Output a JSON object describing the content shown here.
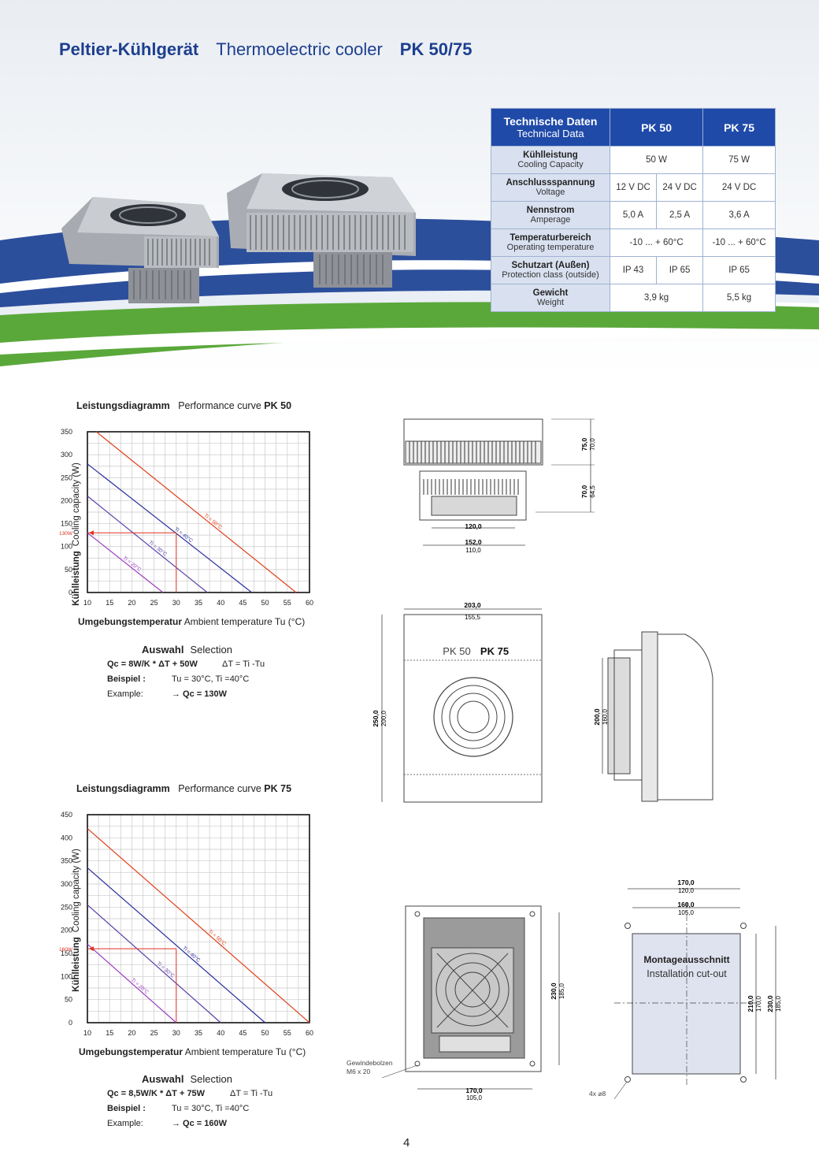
{
  "header": {
    "title_de": "Peltier-Kühlgerät",
    "title_en": "Thermoelectric cooler",
    "model": "PK 50/75"
  },
  "tech_table": {
    "head_de": "Technische Daten",
    "head_en": "Technical Data",
    "col1": "PK 50",
    "col2": "PK 75",
    "rows": [
      {
        "de": "Kühlleistung",
        "en": "Cooling Capacity",
        "pk50": "50 W",
        "pk75": "75 W"
      },
      {
        "de": "Anschlussspannung",
        "en": "Voltage",
        "pk50a": "12 V DC",
        "pk50b": "24 V DC",
        "pk75": "24 V DC"
      },
      {
        "de": "Nennstrom",
        "en": "Amperage",
        "pk50a": "5,0 A",
        "pk50b": "2,5 A",
        "pk75": "3,6 A"
      },
      {
        "de": "Temperaturbereich",
        "en": "Operating temperature",
        "pk50": "-10 ... + 60°C",
        "pk75": "-10 ... + 60°C"
      },
      {
        "de": "Schutzart (Außen)",
        "en": "Protection class (outside)",
        "pk50a": "IP 43",
        "pk50b": "IP 65",
        "pk75": "IP 65"
      },
      {
        "de": "Gewicht",
        "en": "Weight",
        "pk50": "3,9 kg",
        "pk75": "5,5 kg"
      }
    ]
  },
  "chart_data": [
    {
      "type": "line",
      "title_de": "Leistungsdiagramm",
      "title_en": "Performance curve",
      "model": "PK 50",
      "ylabel_de": "Kühlleistung",
      "ylabel_en": "Cooling capacity (W)",
      "xlabel_de": "Umgebungstemperatur",
      "xlabel_en": "Ambient temperature Tu (°C)",
      "xlim": [
        10,
        60
      ],
      "ylim": [
        0,
        350
      ],
      "xticks": [
        10,
        15,
        20,
        25,
        30,
        35,
        40,
        45,
        50,
        55,
        60
      ],
      "yticks": [
        0,
        50,
        100,
        150,
        200,
        250,
        300,
        350
      ],
      "grid": true,
      "series": [
        {
          "name": "Ti = 50°C",
          "color": "#e0401c",
          "x": [
            12,
            57
          ],
          "y": [
            350,
            0
          ]
        },
        {
          "name": "Ti = 40°C",
          "color": "#2b2f9e",
          "x": [
            10,
            47
          ],
          "y": [
            280,
            0
          ]
        },
        {
          "name": "Ti = 30°C",
          "color": "#5b3fa8",
          "x": [
            10,
            37
          ],
          "y": [
            210,
            0
          ]
        },
        {
          "name": "Ti = 20°C",
          "color": "#9b3fbf",
          "x": [
            10,
            27
          ],
          "y": [
            130,
            0
          ]
        }
      ],
      "example": {
        "x": 30,
        "y": 130,
        "label": "130W",
        "color": "#e03020"
      },
      "selection": {
        "h_de": "Auswahl",
        "h_en": "Selection",
        "formula": "Qc = 8W/K * ΔT + 50W",
        "delta": "ΔT = Ti -Tu",
        "bsp_label": "Beispiel :",
        "bsp": "Tu = 30°C, Ti =40°C",
        "ex_label": "Example:",
        "ex": "→ Qc = 130W"
      }
    },
    {
      "type": "line",
      "title_de": "Leistungsdiagramm",
      "title_en": "Performance curve",
      "model": "PK 75",
      "ylabel_de": "Kühlleistung",
      "ylabel_en": "Cooling capacity (W)",
      "xlabel_de": "Umgebungstemperatur",
      "xlabel_en": "Ambient temperature Tu (°C)",
      "xlim": [
        10,
        60
      ],
      "ylim": [
        0,
        450
      ],
      "xticks": [
        10,
        15,
        20,
        25,
        30,
        35,
        40,
        45,
        50,
        55,
        60
      ],
      "yticks": [
        0,
        50,
        100,
        150,
        200,
        250,
        300,
        350,
        400,
        450
      ],
      "grid": true,
      "series": [
        {
          "name": "Ti = 50°C",
          "color": "#e0401c",
          "x": [
            10,
            60
          ],
          "y": [
            420,
            0
          ]
        },
        {
          "name": "Ti = 40°C",
          "color": "#2b2f9e",
          "x": [
            10,
            50
          ],
          "y": [
            335,
            0
          ]
        },
        {
          "name": "Ti = 30°C",
          "color": "#5b3fa8",
          "x": [
            10,
            40
          ],
          "y": [
            255,
            0
          ]
        },
        {
          "name": "Ti = 20°C",
          "color": "#9b3fbf",
          "x": [
            10,
            30
          ],
          "y": [
            170,
            0
          ]
        }
      ],
      "example": {
        "x": 30,
        "y": 160,
        "label": "160W",
        "color": "#e03020"
      },
      "selection": {
        "h_de": "Auswahl",
        "h_en": "Selection",
        "formula": "Qc = 8,5W/K * ΔT + 75W",
        "delta": "ΔT = Ti -Tu",
        "bsp_label": "Beispiel :",
        "bsp": "Tu = 30°C, Ti =40°C",
        "ex_label": "Example:",
        "ex": "→ Qc = 160W"
      }
    }
  ],
  "drawings": {
    "side_top": {
      "h1": "75,0",
      "h1b": "70,0",
      "h2": "70,0",
      "h2b": "64,5",
      "w1": "120,0",
      "w2": "152,0",
      "w2b": "110,0"
    },
    "front": {
      "width": "203,0",
      "width_b": "155,5",
      "height": "250,0",
      "height_b": "200,0",
      "label1": "PK 50",
      "label2": "PK 75"
    },
    "side": {
      "height": "200,0",
      "height_b": "160,0"
    },
    "back": {
      "height": "230,0",
      "height_b": "185,0",
      "width": "170,0",
      "width_b": "105,0",
      "bolt1": "Gewindebolzen",
      "bolt2": "M6 x 20"
    },
    "cutout": {
      "w1": "170,0",
      "w1b": "120,0",
      "w2": "160,0",
      "w2b": "105,0",
      "h1": "210,0",
      "h1b": "170,0",
      "h2": "230,0",
      "h2b": "185,0",
      "title_de": "Montageausschnitt",
      "title_en": "Installation cut-out",
      "holes": "4x ⌀8"
    }
  },
  "page_number": "4"
}
